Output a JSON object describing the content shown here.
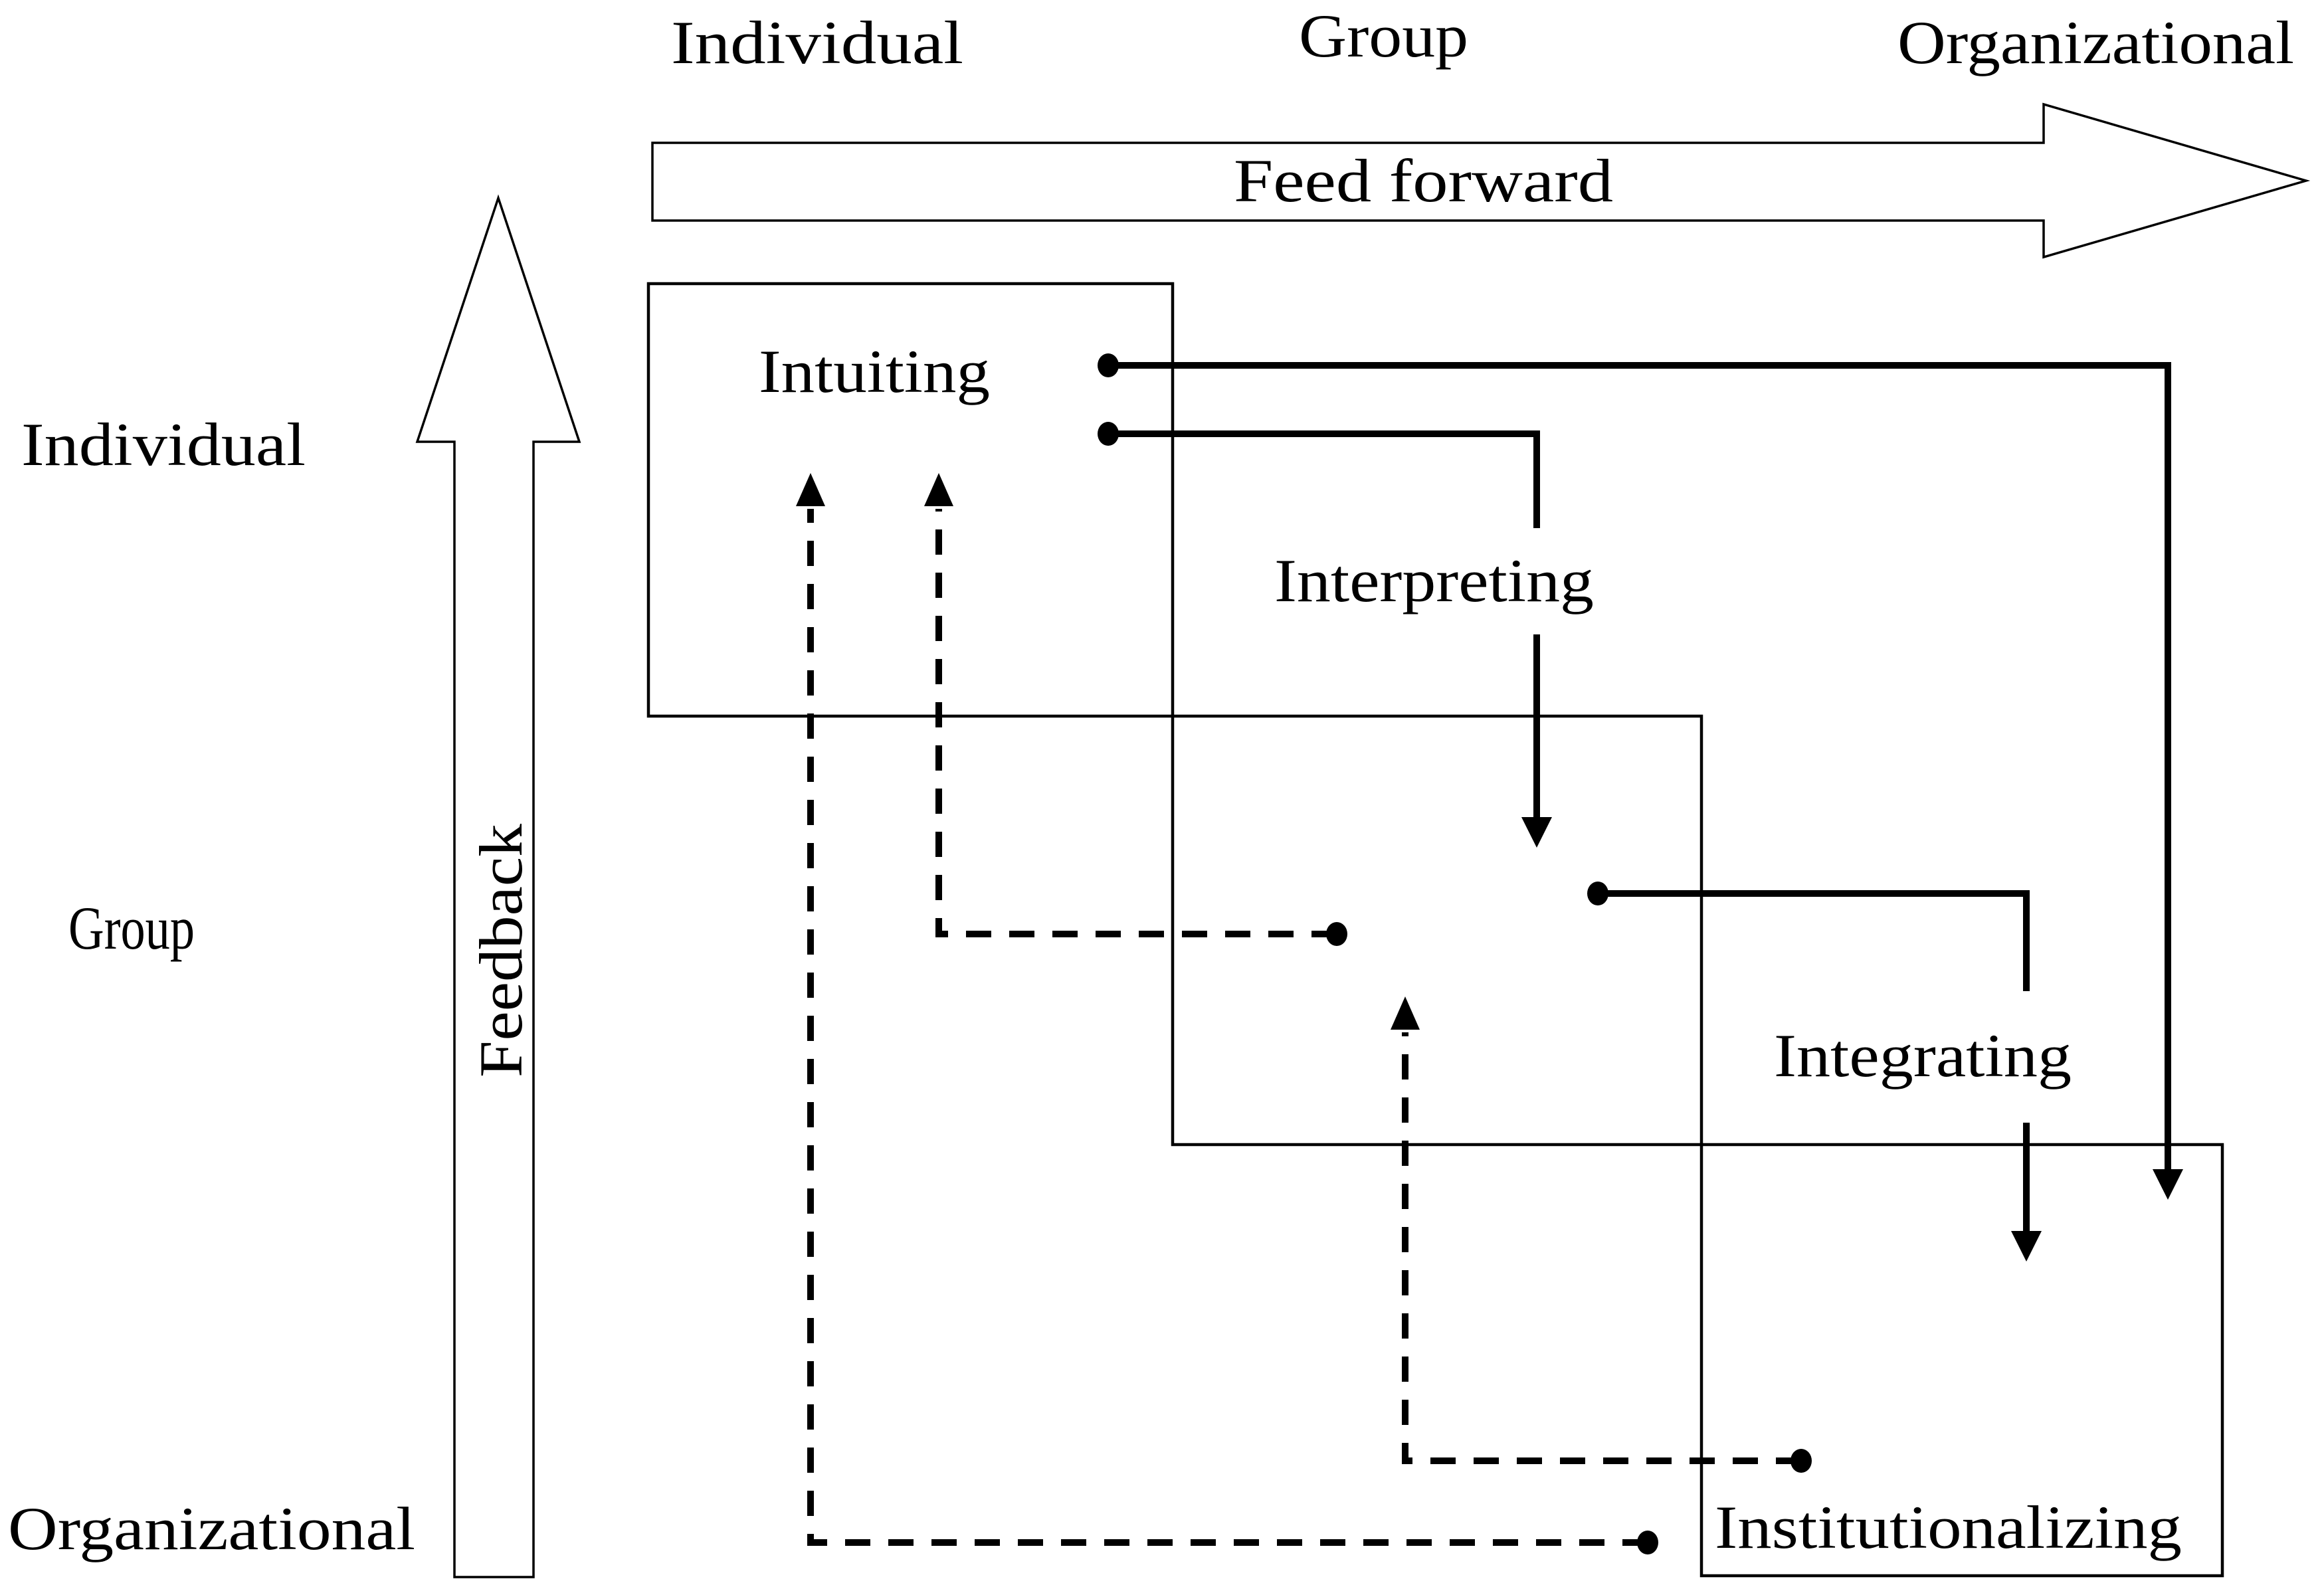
{
  "columns": {
    "individual": "Individual",
    "group": "Group",
    "organizational": "Organizational"
  },
  "rows": {
    "individual": "Individual",
    "group": "Group",
    "organizational": "Organizational"
  },
  "flow_arrows": {
    "feed_forward": "Feed forward",
    "feedback": "Feedback"
  },
  "processes": {
    "intuiting": "Intuiting",
    "interpreting": "Interpreting",
    "integrating": "Integrating",
    "institutionalizing": "Institutionalizing"
  },
  "colors": {
    "ink": "#000000",
    "paper": "#ffffff"
  }
}
